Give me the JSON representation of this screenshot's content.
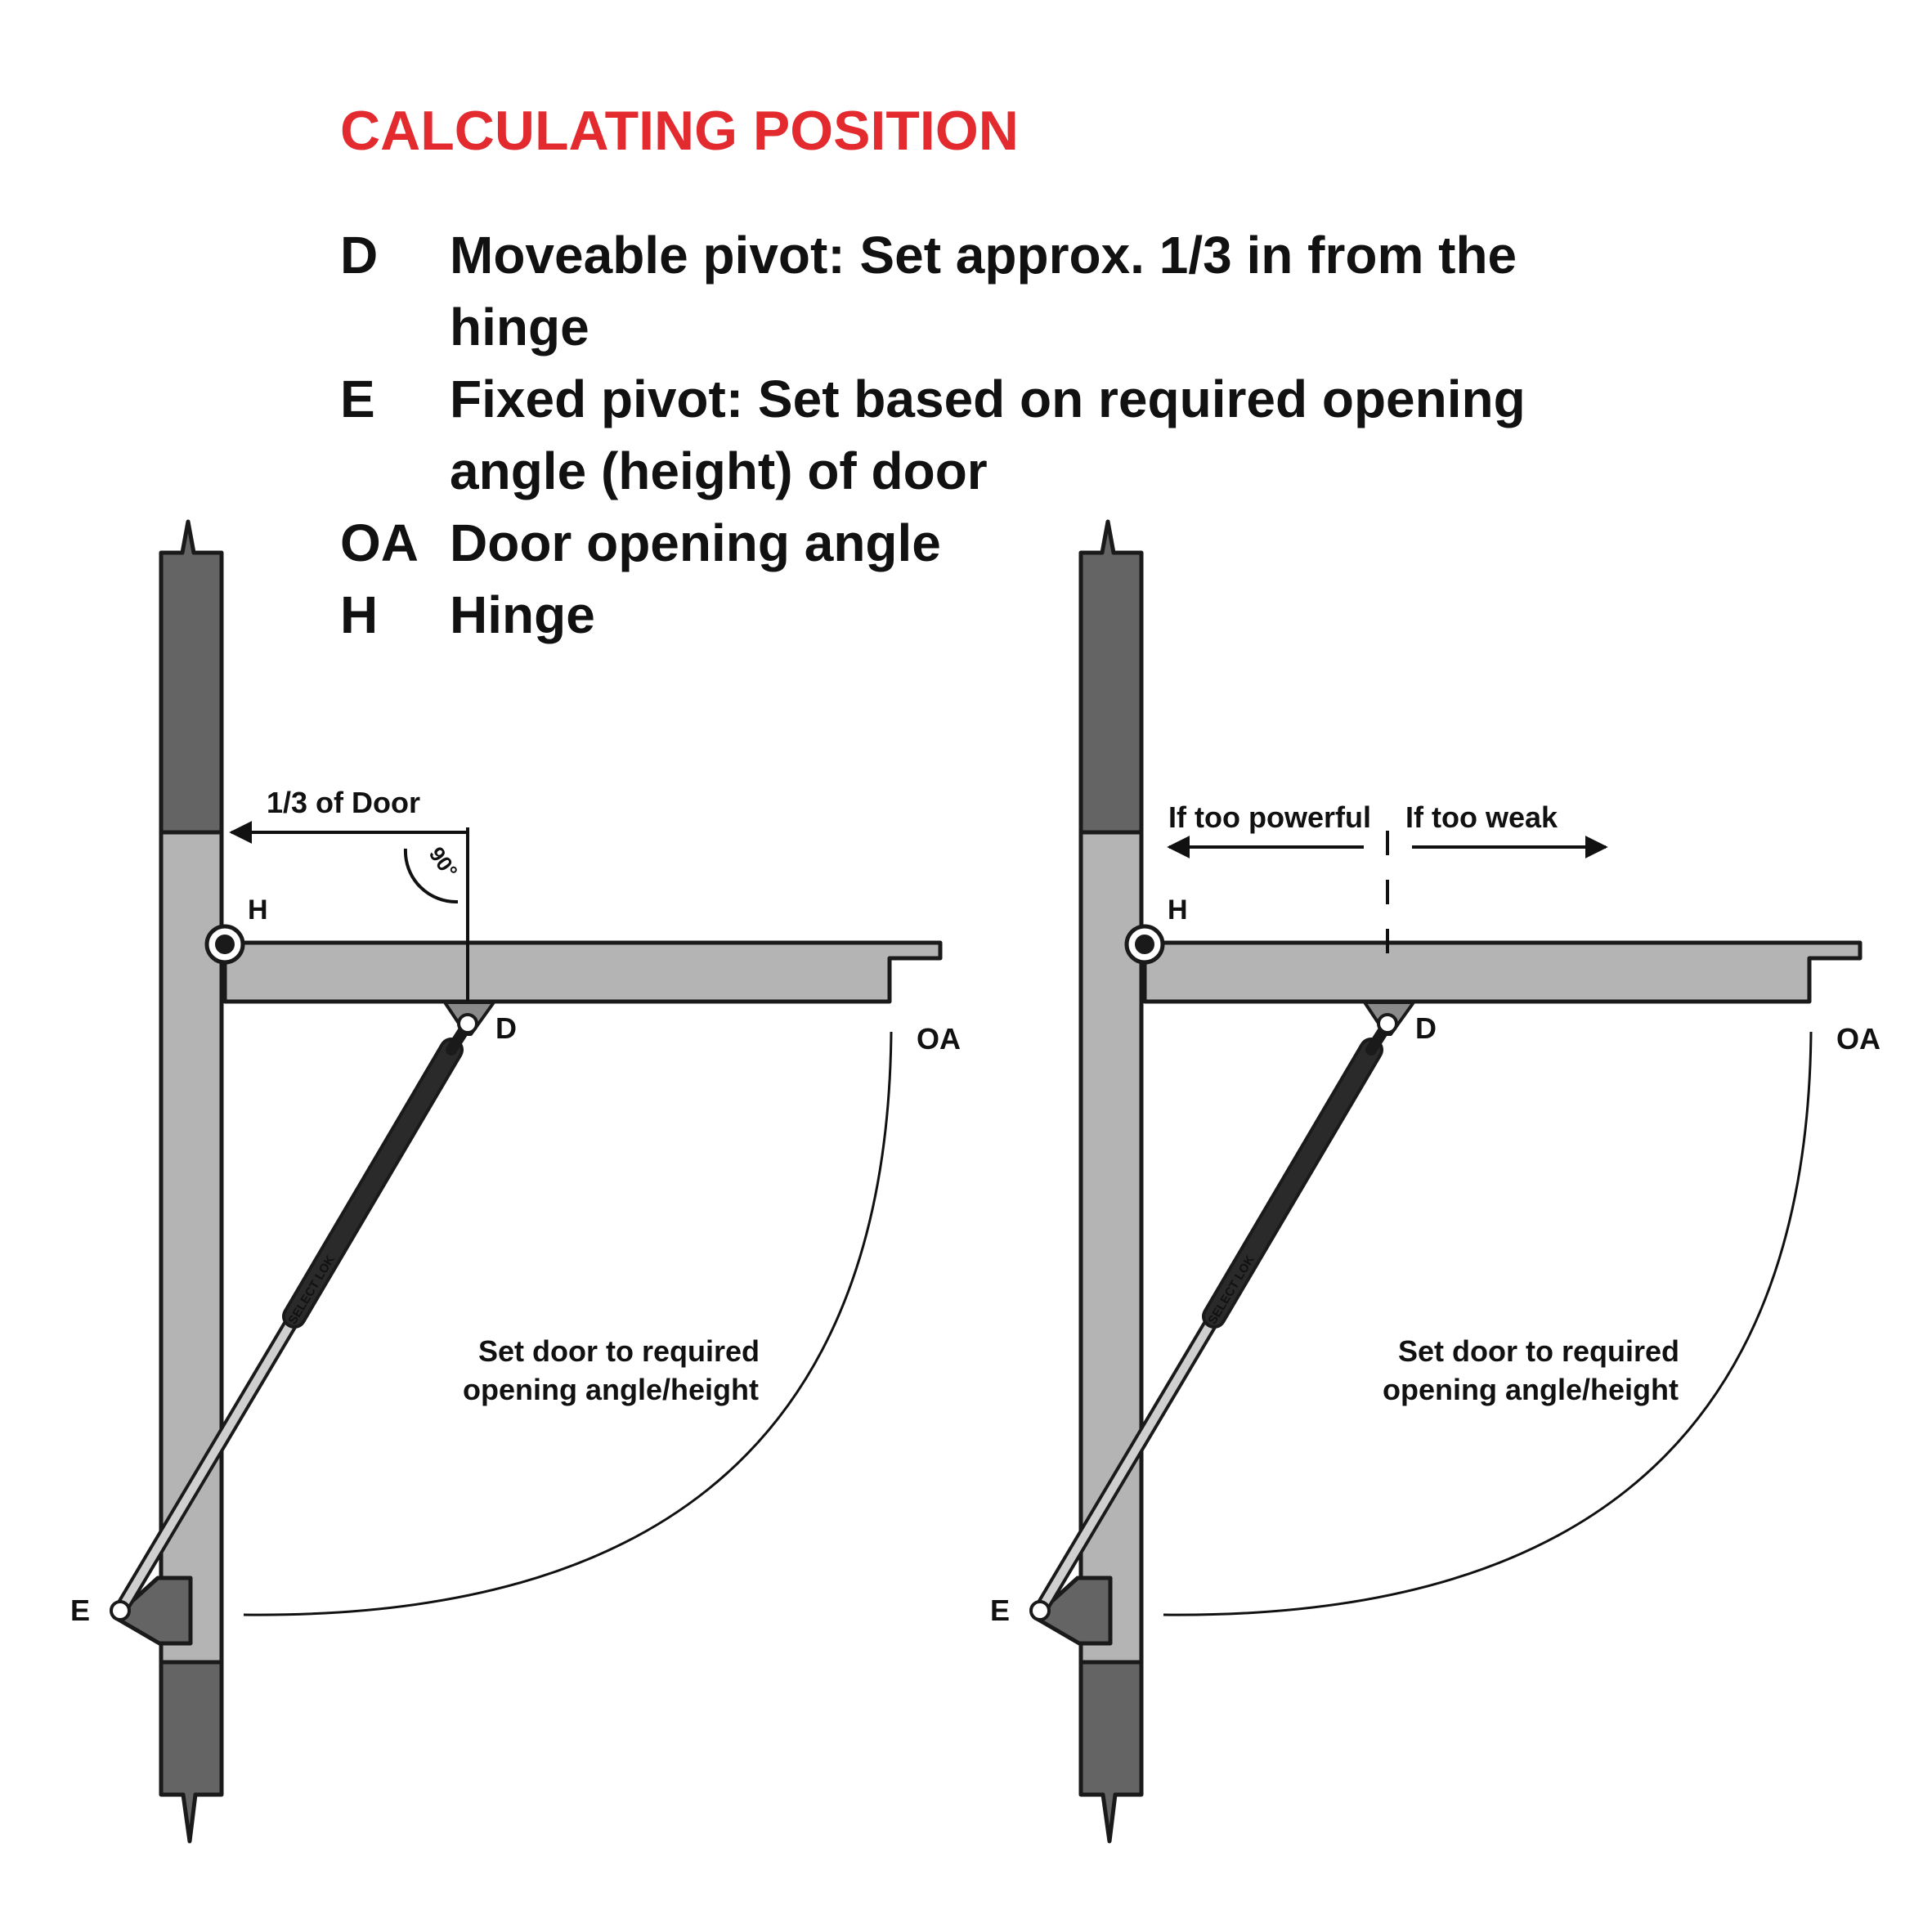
{
  "title": "CALCULATING POSITION",
  "legend": [
    {
      "code": "D",
      "text": "Moveable pivot: Set approx. 1/3 in from the hinge"
    },
    {
      "code": "E",
      "text": "Fixed pivot: Set based on required opening angle (height) of door"
    },
    {
      "code": "OA",
      "text": "Door opening angle"
    },
    {
      "code": "H",
      "text": "Hinge"
    }
  ],
  "diagram_left": {
    "dimension_label": "1/3 of Door",
    "angle_label": "90°",
    "hinge_label": "H",
    "moveable_pivot_label": "D",
    "fixed_pivot_label": "E",
    "opening_angle_label": "OA",
    "strut_brand": "SELECT LOK",
    "instruction_line1": "Set door to required",
    "instruction_line2": "opening angle/height"
  },
  "diagram_right": {
    "left_arrow_label": "If too powerful",
    "right_arrow_label": "If too weak",
    "hinge_label": "H",
    "moveable_pivot_label": "D",
    "fixed_pivot_label": "E",
    "opening_angle_label": "OA",
    "strut_brand": "SELECT LOK",
    "instruction_line1": "Set door to required",
    "instruction_line2": "opening angle/height"
  },
  "colors": {
    "title": "#e32b2f",
    "frame_dark": "#646464",
    "frame_light": "#b4b4b4",
    "strut_body": "#2a2a2a",
    "strut_rod": "#cfcfcf",
    "outline": "#1a1a1a"
  }
}
